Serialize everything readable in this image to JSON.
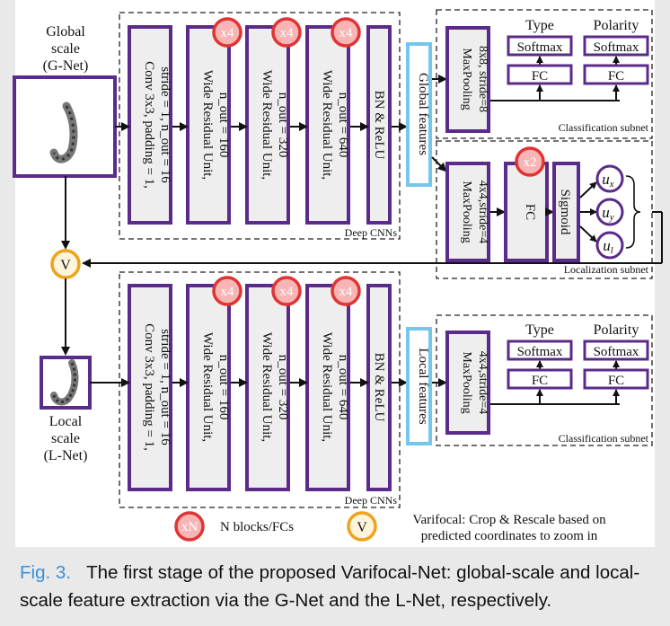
{
  "global_input": {
    "label": [
      "Global",
      "scale",
      "(G-Net)"
    ]
  },
  "local_input": {
    "label": [
      "Local",
      "scale",
      "(L-Net)"
    ]
  },
  "cnn_blocks": {
    "conv": [
      "Conv 3x3, padding = 1,",
      "stride = 1, n_out = 16"
    ],
    "wru1": [
      "Wide Residual Unit,",
      "n_out = 160"
    ],
    "wru2": [
      "Wide Residual Unit,",
      "n_out = 320"
    ],
    "wru3": [
      "Wide Residual Unit,",
      "n_out = 640"
    ],
    "bn": "BN & ReLU",
    "repeat_badge": "x4",
    "group_label": "Deep CNNs"
  },
  "global_features": "Global features",
  "local_features": "Local features",
  "classification_subnet": {
    "global_pool": [
      "MaxPooling",
      "8x8, stride=8"
    ],
    "local_pool": [
      "MaxPooling",
      "4x4,stride=4"
    ],
    "type_header": "Type",
    "polarity_header": "Polarity",
    "softmax": "Softmax",
    "fc": "FC",
    "label": "Classification subnet"
  },
  "localization_subnet": {
    "pool": [
      "MaxPooling",
      "4x4,stride=4"
    ],
    "fc": "FC",
    "fc_badge": "x2",
    "sigmoid": "Sigmoid",
    "outputs": [
      "ux",
      "uy",
      "ul"
    ],
    "label": "Localization subnet"
  },
  "varifocal_node": "V",
  "legend": {
    "xn_badge": "xN",
    "xn_text": "N blocks/FCs",
    "v_badge": "V",
    "v_text": [
      "Varifocal: Crop & Rescale based on",
      "predicted coordinates to zoom in"
    ]
  },
  "caption": {
    "fig_label": "Fig. 3.",
    "text": "The first stage of the proposed Varifocal-Net: global-scale and local-scale feature extraction via the G-Net and the L-Net, respectively."
  }
}
